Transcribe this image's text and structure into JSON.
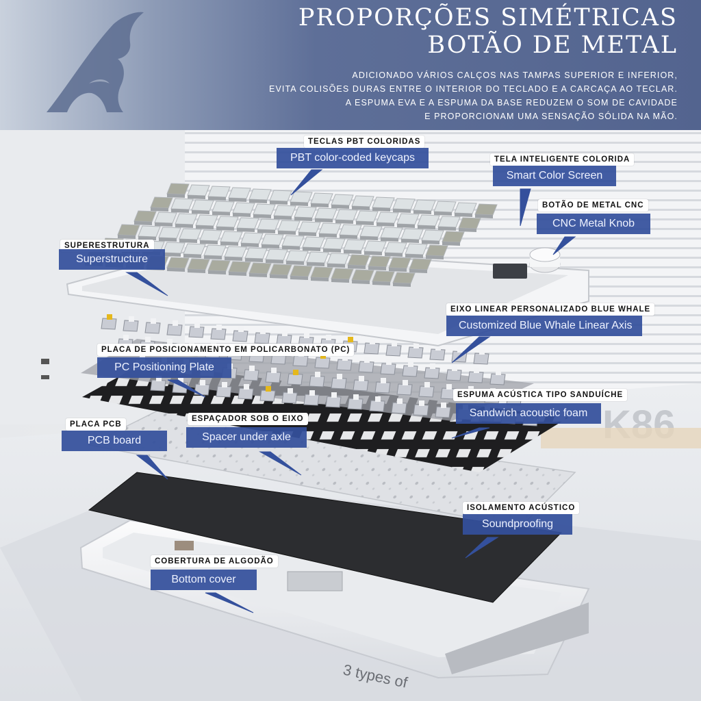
{
  "header": {
    "title_line1": "Proporções Simétricas",
    "title_line2": "Botão de Metal",
    "description": [
      "Adicionado vários calços nas tampas superior e inferior,",
      "evita colisões duras entre o interior do teclado e a carcaça ao teclar.",
      "A espuma EVA e a espuma da base reduzem o som de cavidade",
      "e proporcionam uma sensação sólida na mão."
    ]
  },
  "colors": {
    "banner": "#53648f",
    "callout_fill": "#34509c",
    "label_fill": "#ffffff"
  },
  "callouts": {
    "keycaps": {
      "pt": "Teclas PBT coloridas",
      "en": "PBT color-coded keycaps"
    },
    "screen": {
      "pt": "Tela inteligente colorida",
      "en": "Smart Color Screen"
    },
    "knob": {
      "pt": "Botão de metal CNC",
      "en": "CNC Metal Knob"
    },
    "superstructure": {
      "pt": "Superestrutura",
      "en": "Superstructure"
    },
    "axis": {
      "pt": "Eixo linear personalizado Blue Whale",
      "en": "Customized Blue Whale Linear Axis"
    },
    "plate": {
      "pt": "Placa de posicionamento em policarbonato (PC)",
      "en": "PC Positioning Plate"
    },
    "foam": {
      "pt": "Espuma acústica tipo sanduíche",
      "en": "Sandwich acoustic foam"
    },
    "pcb": {
      "pt": "Placa PCB",
      "en": "PCB board"
    },
    "spacer": {
      "pt": "Espaçador sob o eixo",
      "en": "Spacer under axle"
    },
    "soundproof": {
      "pt": "Isolamento acústico",
      "en": "Soundproofing"
    },
    "bottom": {
      "pt": "Cobertura de algodão",
      "en": "Bottom cover"
    }
  },
  "scene_text": {
    "model_mark": "K86",
    "mat_text": "3 types of"
  }
}
